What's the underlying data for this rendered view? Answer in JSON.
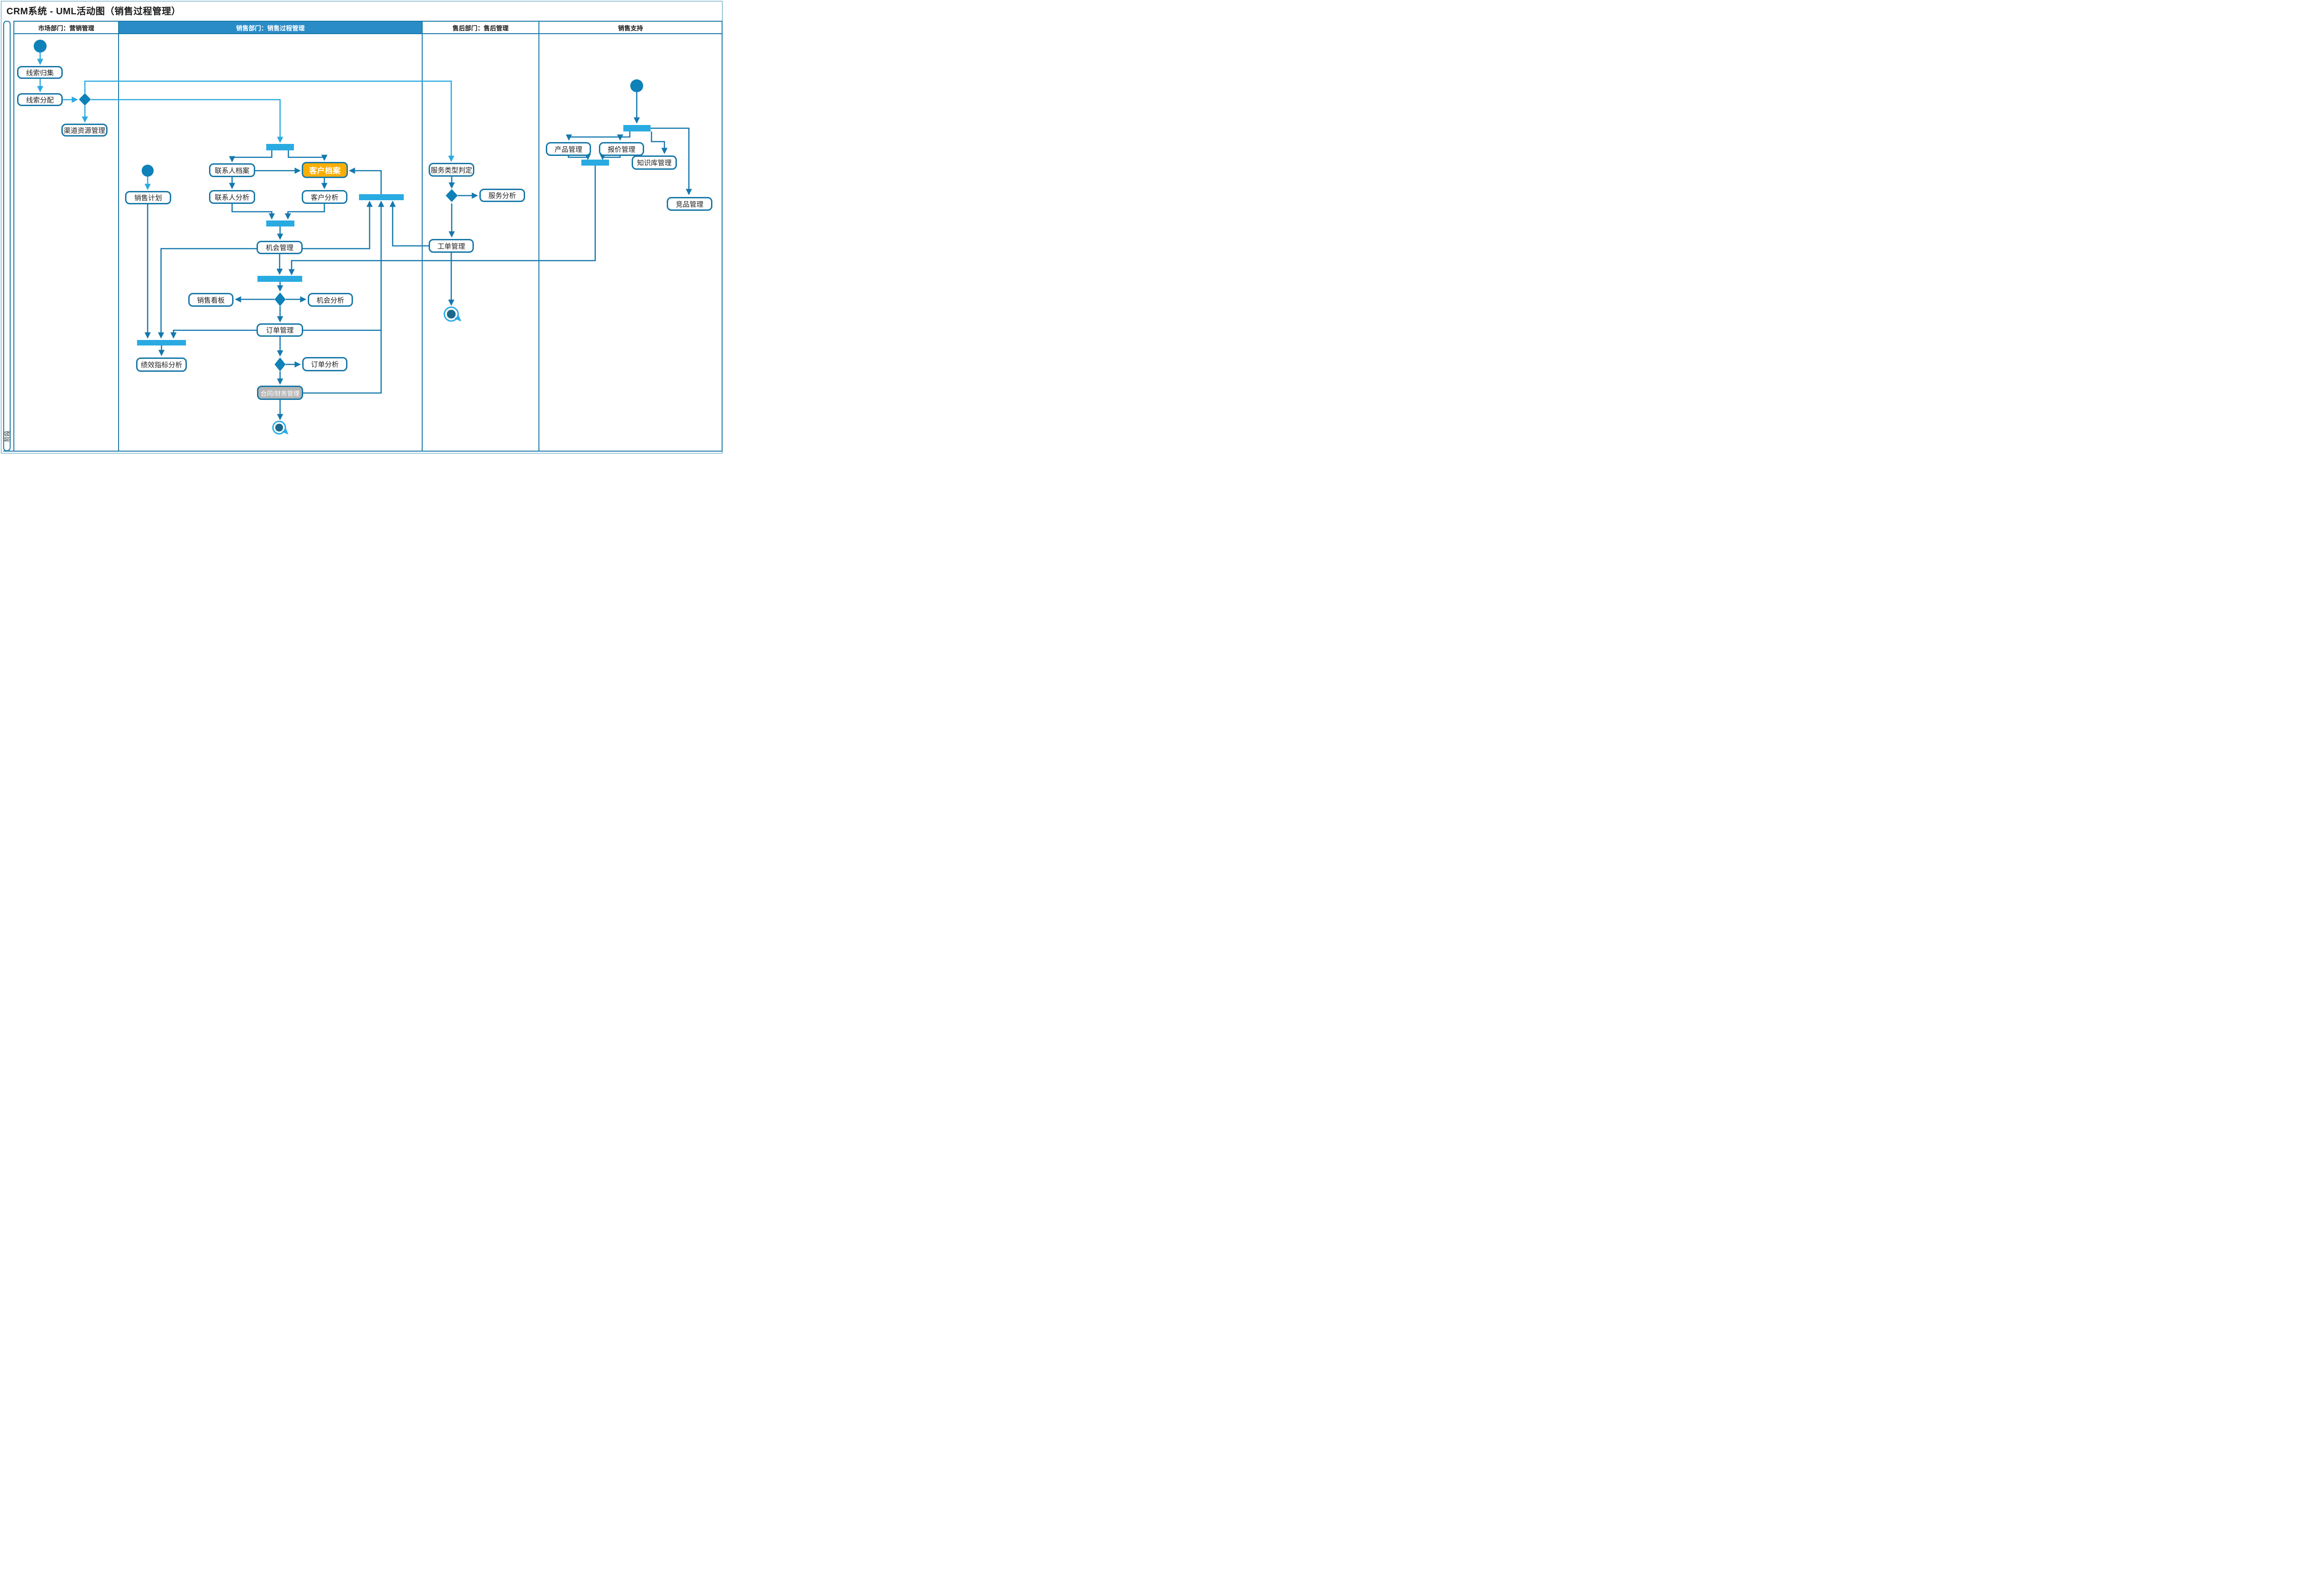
{
  "title": "CRM系统 - UML活动图（销售过程管理）",
  "phase_label": "阶段",
  "lanes": [
    {
      "label": "市场部门：营销管理",
      "highlighted": false
    },
    {
      "label": "销售部门：销售过程管理",
      "highlighted": true
    },
    {
      "label": "售后部门：售后管理",
      "highlighted": false
    },
    {
      "label": "销售支持",
      "highlighted": false
    }
  ],
  "nodes": [
    {
      "id": "lead-collection",
      "label": "线索归集",
      "lane": "市场部门：营销管理"
    },
    {
      "id": "lead-assignment",
      "label": "线索分配",
      "lane": "市场部门：营销管理"
    },
    {
      "id": "channel-resource",
      "label": "渠道资源管理",
      "lane": "市场部门：营销管理"
    },
    {
      "id": "contact-profile",
      "label": "联系人档案",
      "lane": "销售部门：销售过程管理"
    },
    {
      "id": "customer-profile",
      "label": "客户档案",
      "lane": "销售部门：销售过程管理",
      "style": "orange"
    },
    {
      "id": "contact-analysis",
      "label": "联系人分析",
      "lane": "销售部门：销售过程管理"
    },
    {
      "id": "customer-analysis",
      "label": "客户分析",
      "lane": "销售部门：销售过程管理"
    },
    {
      "id": "sales-plan",
      "label": "销售计划",
      "lane": "销售部门：销售过程管理"
    },
    {
      "id": "opportunity-mgmt",
      "label": "机会管理",
      "lane": "销售部门：销售过程管理"
    },
    {
      "id": "sales-dashboard",
      "label": "销售看板",
      "lane": "销售部门：销售过程管理"
    },
    {
      "id": "opportunity-analysis",
      "label": "机会分析",
      "lane": "销售部门：销售过程管理"
    },
    {
      "id": "order-mgmt",
      "label": "订单管理",
      "lane": "销售部门：销售过程管理"
    },
    {
      "id": "kpi-analysis",
      "label": "绩效指标分析",
      "lane": "销售部门：销售过程管理"
    },
    {
      "id": "order-analysis",
      "label": "订单分析",
      "lane": "销售部门：销售过程管理"
    },
    {
      "id": "contract-finance",
      "label": "合同/财务管理",
      "lane": "销售部门：销售过程管理",
      "style": "gray"
    },
    {
      "id": "service-type-decision",
      "label": "服务类型判定",
      "lane": "售后部门：售后管理"
    },
    {
      "id": "service-analysis",
      "label": "服务分析",
      "lane": "售后部门：售后管理"
    },
    {
      "id": "work-order-mgmt",
      "label": "工单管理",
      "lane": "售后部门：售后管理"
    },
    {
      "id": "product-mgmt",
      "label": "产品管理",
      "lane": "销售支持"
    },
    {
      "id": "quote-mgmt",
      "label": "报价管理",
      "lane": "销售支持"
    },
    {
      "id": "knowledge-base-mgmt",
      "label": "知识库管理",
      "lane": "销售支持"
    },
    {
      "id": "competitor-mgmt",
      "label": "竞品管理",
      "lane": "销售支持"
    }
  ],
  "colors": {
    "node_border": "#1878A8",
    "edge_dark": "#1478AE",
    "edge_light": "#2BA9E1",
    "bar_fill": "#29ABE2",
    "shape_fill": "#0E81B8",
    "accent_orange": "#FBAE00",
    "gray_node": "#B5B5B5",
    "lane_header_active_bg": "#2A8CC7",
    "end_inner": "#1B688C",
    "text_dark": "#1A1A1A"
  }
}
